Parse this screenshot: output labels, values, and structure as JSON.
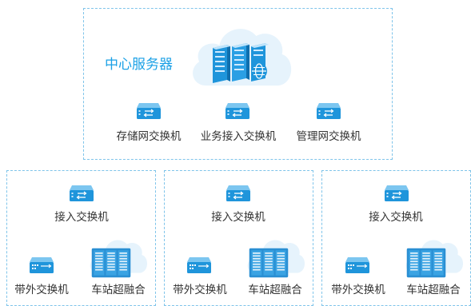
{
  "center": {
    "title": "中心服务器",
    "switches": [
      {
        "label": "存储网交换机"
      },
      {
        "label": "业务接入交换机"
      },
      {
        "label": "管理网交换机"
      }
    ]
  },
  "stations": [
    {
      "access": "接入交换机",
      "oob": "带外交换机",
      "hci": "车站超融合"
    },
    {
      "access": "接入交换机",
      "oob": "带外交换机",
      "hci": "车站超融合"
    },
    {
      "access": "接入交换机",
      "oob": "带外交换机",
      "hci": "车站超融合"
    }
  ],
  "colors": {
    "accent": "#1aa0e6",
    "dash": "#7fc4ea",
    "cloud": "#e3f2fc",
    "device": "#2a8fd3"
  },
  "icons": {
    "switch": "network-switch-icon",
    "cloud": "cloud-icon",
    "server": "server-rack-icon",
    "globe": "globe-icon"
  }
}
